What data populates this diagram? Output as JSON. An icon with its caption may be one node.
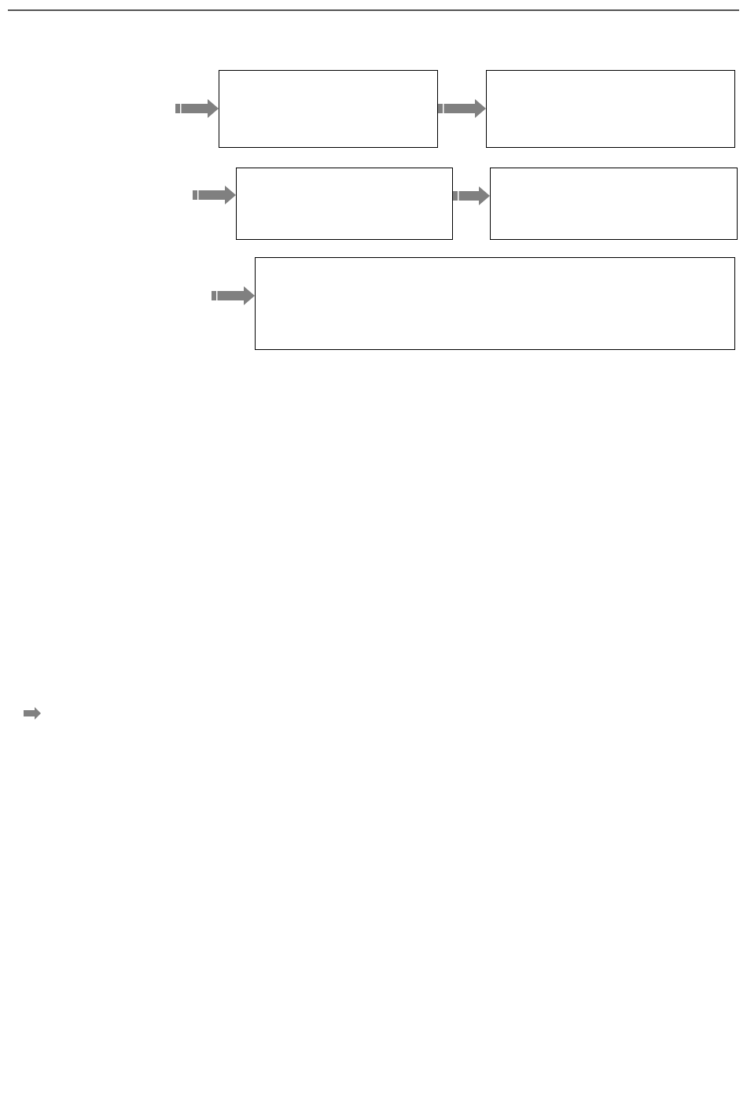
{
  "diagram": {
    "nodes": [
      {
        "text": [],
        "shape": "box"
      },
      {
        "text": [],
        "shape": "box"
      },
      {
        "text": [],
        "shape": "box"
      },
      {
        "text": [],
        "shape": "box"
      },
      {
        "text": [],
        "shape": "box"
      }
    ],
    "edges": [
      {
        "from": null,
        "to": 0,
        "arrow": "to"
      },
      {
        "from": 0,
        "to": 1,
        "arrow": "to"
      },
      {
        "from": null,
        "to": 2,
        "arrow": "to"
      },
      {
        "from": 2,
        "to": 3,
        "arrow": "to"
      },
      {
        "from": null,
        "to": 4,
        "arrow": "to"
      }
    ]
  }
}
